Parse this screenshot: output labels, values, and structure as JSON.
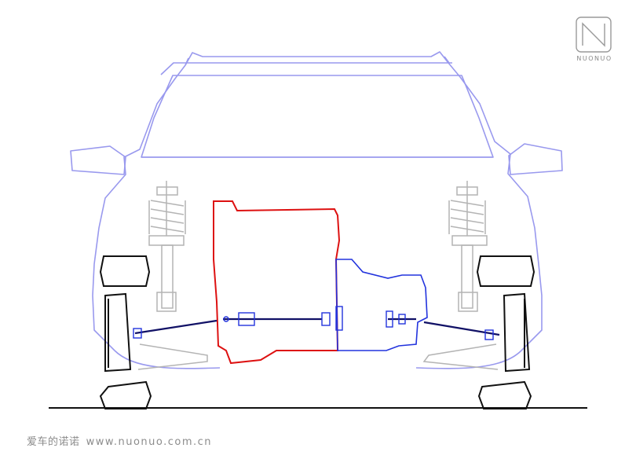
{
  "logo": {
    "name": "NUONUO"
  },
  "watermark": {
    "cn": "爱车的诺诺",
    "url": "www.nuonuo.com.cn"
  },
  "colors": {
    "body_outline": "#9999ee",
    "engine": "#dd1111",
    "transmission": "#2233dd",
    "suspension": "#b0b0b0",
    "drive_shaft": "#111166",
    "tire": "#111111"
  },
  "icons": [
    "nuonuo-logo-icon"
  ]
}
